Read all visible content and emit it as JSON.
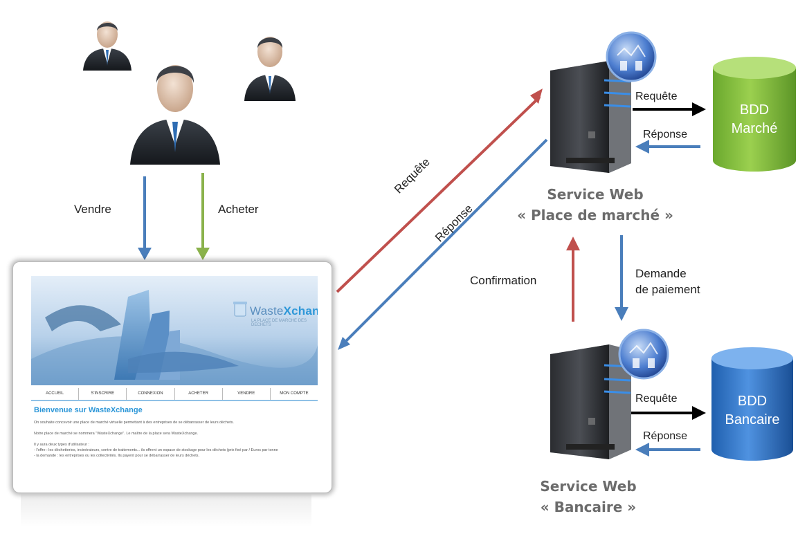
{
  "actors": {
    "sell_label": "Vendre",
    "buy_label": "Acheter"
  },
  "website": {
    "logo_waste": "Waste",
    "logo_xchange": "Xchange",
    "tagline": "LA PLACE DE MARCHE DES DECHETS",
    "menu": [
      "ACCUEIL",
      "S'INSCRIRE",
      "CONNEXION",
      "ACHETER",
      "VENDRE",
      "MON COMPTE"
    ],
    "welcome": "Bienvenue sur WasteXchange",
    "body": "On souhaite concevoir une place de marché virtuelle permettant à des entreprises de se débarrasser de leurs déchets.\n\nNotre place de marché se nommera \"WasteXchange\". Le maître de la place sera WasteXchange.\n\nIl y aura deux types d'utilisateur :\n- l'offre : les déchetteries, incinérateurs, centre de traitements... ils offrent un espace de stockage pour les déchets (prix fixé par / Euros par tonne\n- la demande : les entreprises ou les collectivités. Ils payent pour se débarrasser de leurs déchets."
  },
  "links": {
    "to_market_request": "Requête",
    "from_market_response": "Réponse"
  },
  "market_service": {
    "title_line1": "Service Web",
    "title_line2": "« Place de marché »",
    "request": "Requête",
    "response": "Réponse",
    "db_line1": "BDD",
    "db_line2": "Marché"
  },
  "payment_flow": {
    "confirmation": "Confirmation",
    "demand_line1": "Demande",
    "demand_line2": "de paiement"
  },
  "bank_service": {
    "title_line1": "Service Web",
    "title_line2": "« Bancaire »",
    "request": "Requête",
    "response": "Réponse",
    "db_line1": "BDD",
    "db_line2": "Bancaire"
  },
  "colors": {
    "blue_arrow": "#4a7ebb",
    "green_arrow": "#8ab24b",
    "red_arrow": "#c0504d",
    "black_arrow": "#000000",
    "market_db": "#8dc63f",
    "bank_db": "#3a7ccb"
  }
}
